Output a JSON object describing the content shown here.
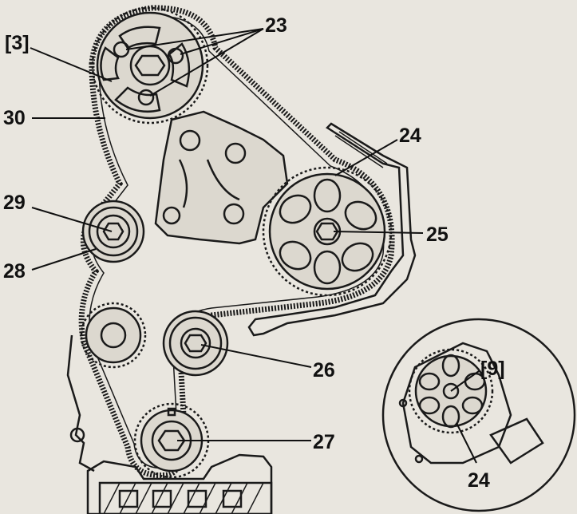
{
  "labels": {
    "crank_ref": "[3]",
    "camshaft_bolts": "23",
    "belt": "30",
    "tensioner_pulley": "29",
    "tensioner_bolt": "28",
    "water_pump_sprocket": "24",
    "water_pump_bolt": "25",
    "idler_pulley": "26",
    "crankshaft_sprocket": "27",
    "inset_ref": "[9]",
    "inset_part": "24"
  },
  "colors": {
    "ink": "#1a1a1a",
    "paper": "#e9e6df",
    "shade": "#dcd8cf"
  }
}
